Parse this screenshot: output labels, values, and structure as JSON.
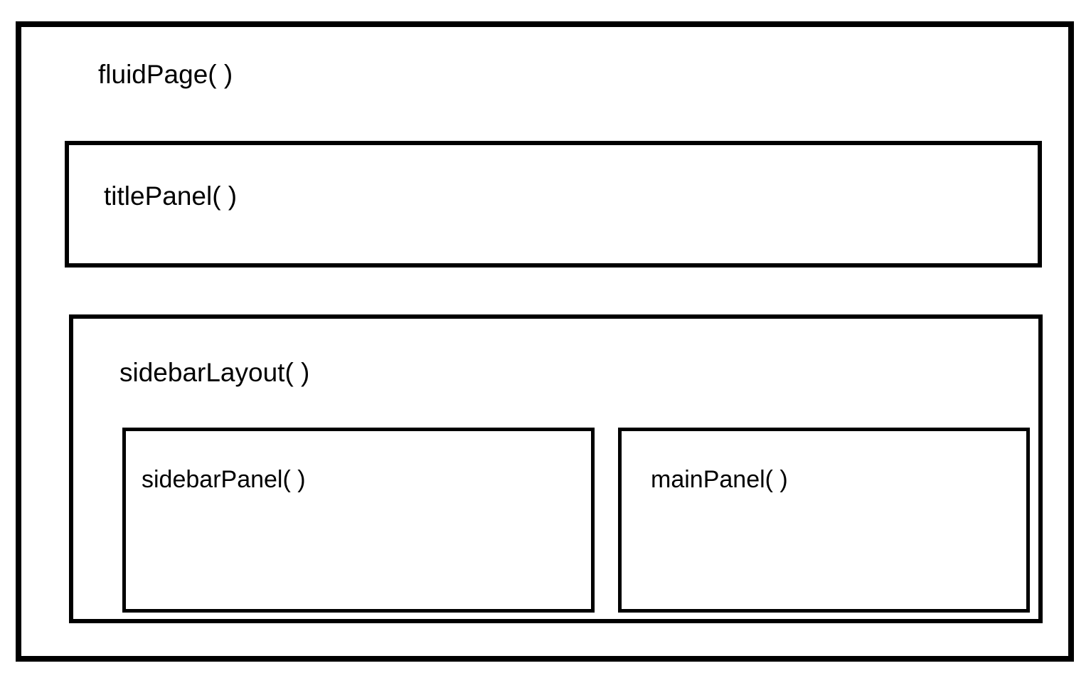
{
  "diagram": {
    "type": "nested-box-hierarchy",
    "title": "",
    "background_color": "#ffffff",
    "stroke_color": "#000000",
    "text_color": "#000000",
    "boxes": {
      "fluid_page": {
        "label": "fluidPage( )",
        "level": 1,
        "children": [
          "title_panel",
          "sidebar_layout"
        ]
      },
      "title_panel": {
        "label": "titlePanel( )",
        "level": 2,
        "children": []
      },
      "sidebar_layout": {
        "label": "sidebarLayout( )",
        "level": 2,
        "children": [
          "sidebar_panel",
          "main_panel"
        ]
      },
      "sidebar_panel": {
        "label": "sidebarPanel( )",
        "level": 3,
        "children": []
      },
      "main_panel": {
        "label": "mainPanel( )",
        "level": 3,
        "children": []
      }
    }
  }
}
